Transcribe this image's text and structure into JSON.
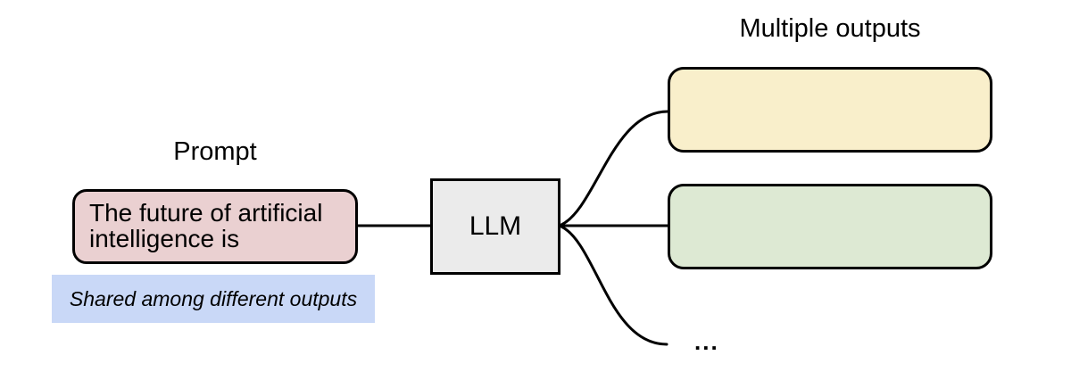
{
  "labels": {
    "prompt": "Prompt",
    "multiple_outputs": "Multiple outputs",
    "ellipsis": "..."
  },
  "prompt_box": {
    "lines": [
      "The future of artificial",
      "intelligence is"
    ],
    "fill": "#ead0d1",
    "border_color": "#000000"
  },
  "note": {
    "text": "Shared among different outputs",
    "fill": "#c9d8f7"
  },
  "llm_box": {
    "label": "LLM",
    "fill": "#ebebeb",
    "border_color": "#000000"
  },
  "output_boxes": [
    {
      "name": "output-1",
      "fill": "#f9efcb"
    },
    {
      "name": "output-2",
      "fill": "#dde9d3"
    }
  ],
  "connector_color": "#000000"
}
